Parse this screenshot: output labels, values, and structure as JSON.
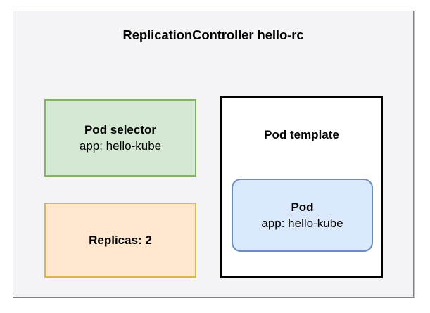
{
  "diagram": {
    "title": "ReplicationController hello-rc",
    "background_color": "#f4f4f6",
    "border_color": "#808089",
    "page_background": "#ffffff"
  },
  "pod_selector": {
    "title": "Pod selector",
    "subtitle": "app: hello-kube",
    "fill_color": "#d5e8d4",
    "border_color": "#82b366"
  },
  "replicas": {
    "label": "Replicas: 2",
    "fill_color": "#ffe6cc",
    "border_color": "#d6b656"
  },
  "pod_template": {
    "title": "Pod template",
    "fill_color": "#ffffff",
    "border_color": "#000000"
  },
  "pod": {
    "title": "Pod",
    "subtitle": "app: hello-kube",
    "fill_color": "#dae8fc",
    "border_color": "#6c8ebf"
  }
}
